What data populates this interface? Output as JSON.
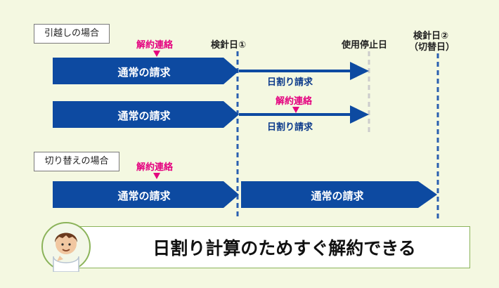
{
  "sections": {
    "moving": {
      "label": "引越しの場合"
    },
    "switch": {
      "label": "切り替えの場合"
    }
  },
  "markers": {
    "checkpoint1": "検針日①",
    "stop_date": "使用停止日",
    "checkpoint2_line1": "検針日②",
    "checkpoint2_line2": "（切替日）"
  },
  "notices": {
    "contact_1": "解約連絡",
    "contact_2": "解約連絡",
    "contact_3": "解約連絡"
  },
  "bars": {
    "row1_normal": "通常の請求",
    "row1_prorated": "日割り請求",
    "row2_normal": "通常の請求",
    "row2_prorated": "日割り請求",
    "row3_normal_a": "通常の請求",
    "row3_normal_b": "通常の請求"
  },
  "banner": {
    "text": "日割り計算のためすぐ解約できる"
  },
  "colors": {
    "background": "#f4f8e1",
    "bar_blue": "#0d4aa1",
    "accent_pink": "#e4007f",
    "dashed_blue": "#2a5fb0",
    "dashed_gray": "#cccccc"
  },
  "icons": {
    "avatar": "advisor-avatar-icon"
  }
}
